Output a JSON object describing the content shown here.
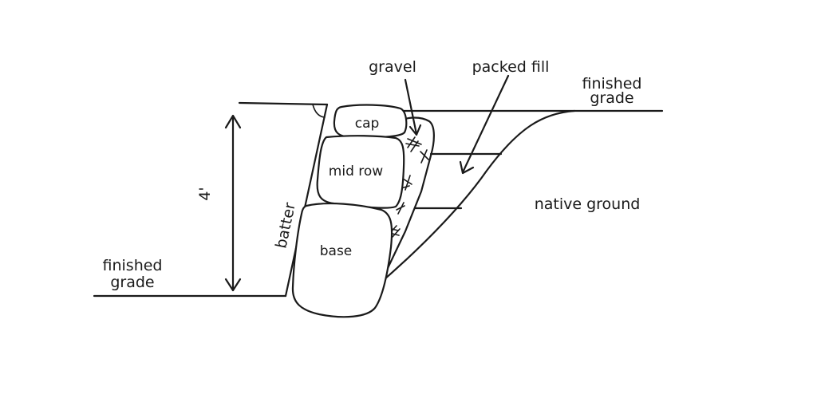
{
  "labels": {
    "gravel": "gravel",
    "packed_fill": "packed fill",
    "finished_grade_right_line1": "finished",
    "finished_grade_right_line2": "grade",
    "finished_grade_left_line1": "finished",
    "finished_grade_left_line2": "grade",
    "cap": "cap",
    "mid_row": "mid row",
    "base": "base",
    "native_ground": "native ground",
    "batter": "batter",
    "height": "4'"
  },
  "colors": {
    "ink": "#1a1a1a",
    "paper": "#ffffff"
  }
}
